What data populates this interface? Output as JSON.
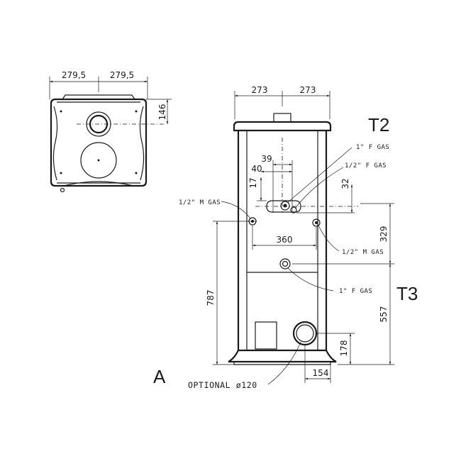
{
  "top_view": {
    "dim_left": "279,5",
    "dim_right": "279,5",
    "dim_side": "146"
  },
  "front_view": {
    "dim_top_left": "273",
    "dim_top_right": "273",
    "dim_39": "39",
    "dim_40": "40",
    "dim_17": "17",
    "dim_32": "32",
    "dim_360": "360",
    "dim_329": "329",
    "dim_557": "557",
    "dim_787": "787",
    "dim_178": "178",
    "dim_154": "154"
  },
  "callouts": {
    "one_inch_f_gas_top": "1\" F GAS",
    "half_inch_f_gas": "1/2\" F GAS",
    "half_inch_m_gas_left": "1/2\" M GAS",
    "half_inch_m_gas_right": "1/2\" M GAS",
    "one_inch_f_gas_bottom": "1\" F GAS",
    "optional": "OPTIONAL ø120"
  },
  "labels": {
    "t2": "T2",
    "t3": "T3",
    "a": "A"
  }
}
